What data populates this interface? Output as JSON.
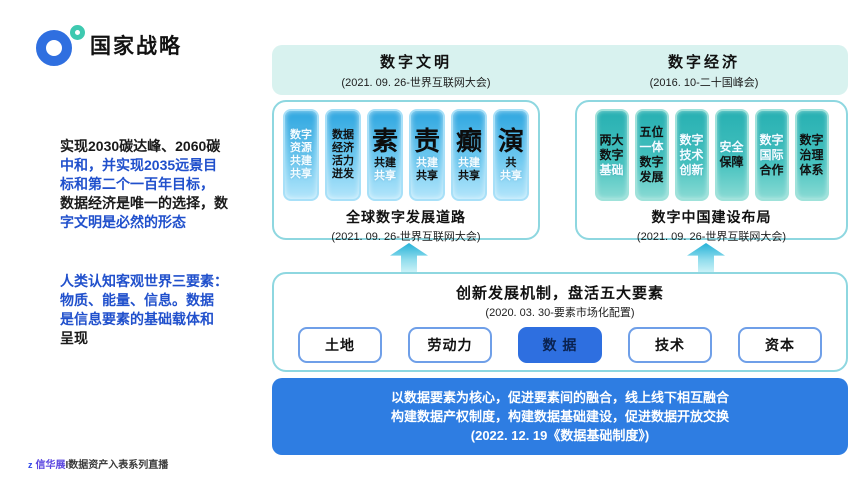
{
  "colors": {
    "accent_blue": "#2f6fe0",
    "policy_band_blue": "#2e7de2",
    "teal_banner": "#2ab3b3",
    "blue_banner": "#3aaee4",
    "cyan_band": "#d8f2ef",
    "cyan_border": "#8ed7e0",
    "text_blue": "#2050cc",
    "highlight_factor_blue": "#2e6fe0"
  },
  "header": {
    "title": "国家战略"
  },
  "notes": {
    "block1": [
      {
        "text": "实现2030碳达峰、2060碳",
        "color": "dark"
      },
      {
        "text": "中和，并实现2035远景目",
        "color": "blue"
      },
      {
        "text": "标和第二个一百年目标，",
        "color": "blue"
      },
      {
        "text": "数据经济是唯一的选择，数",
        "color": "dark"
      },
      {
        "text": "字文明是必然的形态",
        "color": "blue"
      }
    ],
    "block2": [
      {
        "text": "人类认知客观世界三要素：",
        "color": "blue"
      },
      {
        "text": "物质、能量、信息。数据",
        "color": "blue"
      },
      {
        "text": "是信息要素的基础载体和",
        "color": "blue"
      },
      {
        "text": "呈现",
        "color": "dark"
      }
    ]
  },
  "top_band": {
    "left": {
      "title": "数字文明",
      "subtitle": "(2021. 09. 26-世界互联网大会)"
    },
    "right": {
      "title": "数字经济",
      "subtitle": "(2016. 10-二十国峰会)"
    }
  },
  "left_group": {
    "caption": "全球数字发展道路",
    "caption_sub": "(2021. 09. 26-世界互联网大会)",
    "banners": [
      {
        "big": "",
        "lines": [
          {
            "t": "数字",
            "c": "light"
          },
          {
            "t": "资源",
            "c": "light"
          },
          {
            "t": "共建",
            "c": "light"
          },
          {
            "t": "共享",
            "c": "light"
          }
        ]
      },
      {
        "big": "",
        "lines": [
          {
            "t": "数据",
            "c": "dark"
          },
          {
            "t": "经济",
            "c": "dark"
          },
          {
            "t": "活力",
            "c": "dark"
          },
          {
            "t": "迸发",
            "c": "dark"
          }
        ]
      },
      {
        "big": "素",
        "lines": [
          {
            "t": "共建",
            "c": "dark"
          },
          {
            "t": "共享",
            "c": "light"
          }
        ]
      },
      {
        "big": "责",
        "lines": [
          {
            "t": "共建",
            "c": "light"
          },
          {
            "t": "共享",
            "c": "dark"
          }
        ]
      },
      {
        "big": "癫",
        "lines": [
          {
            "t": "共建",
            "c": "light"
          },
          {
            "t": "共享",
            "c": "dark"
          }
        ]
      },
      {
        "big": "演",
        "lines": [
          {
            "t": "共",
            "c": "dark"
          },
          {
            "t": "共享",
            "c": "light"
          }
        ]
      }
    ]
  },
  "right_group": {
    "caption": "数字中国建设布局",
    "caption_sub": "(2021. 09. 26-世界互联网大会)",
    "banners": [
      {
        "lines": [
          {
            "t": "两大",
            "c": "dark"
          },
          {
            "t": "数字",
            "c": "dark"
          },
          {
            "t": "基础",
            "c": "light"
          }
        ]
      },
      {
        "lines": [
          {
            "t": "五位",
            "c": "dark"
          },
          {
            "t": "一体",
            "c": "light"
          },
          {
            "t": "数字",
            "c": "dark"
          },
          {
            "t": "发展",
            "c": "dark"
          }
        ]
      },
      {
        "lines": [
          {
            "t": "数字",
            "c": "light"
          },
          {
            "t": "技术",
            "c": "light"
          },
          {
            "t": "创新",
            "c": "light"
          }
        ]
      },
      {
        "lines": [
          {
            "t": "安全",
            "c": "light"
          },
          {
            "t": "保障",
            "c": "dark"
          }
        ]
      },
      {
        "lines": [
          {
            "t": "数字",
            "c": "light"
          },
          {
            "t": "国际",
            "c": "light"
          },
          {
            "t": "合作",
            "c": "dark"
          }
        ]
      },
      {
        "lines": [
          {
            "t": "数字",
            "c": "dark"
          },
          {
            "t": "治理",
            "c": "dark"
          },
          {
            "t": "体系",
            "c": "dark"
          }
        ]
      }
    ]
  },
  "middle": {
    "title": "创新发展机制，盘活五大要素",
    "subtitle": "(2020. 03. 30-要素市场化配置)",
    "factors": [
      {
        "label": "土地",
        "highlight": false
      },
      {
        "label": "劳动力",
        "highlight": false
      },
      {
        "label": "数 据",
        "highlight": true
      },
      {
        "label": "技术",
        "highlight": false
      },
      {
        "label": "资本",
        "highlight": false
      }
    ]
  },
  "bottom_band": {
    "lines": [
      "以数据要素为核心，促进要素间的融合，线上线下相互融合",
      "构建数据产权制度，构建数据基础建设，促进数据开放交换",
      "(2022. 12. 19《数据基础制度》)"
    ]
  },
  "footer": {
    "prefix": "z",
    "brand": "信华展",
    "rest": "I数据资产入表系列直播"
  }
}
